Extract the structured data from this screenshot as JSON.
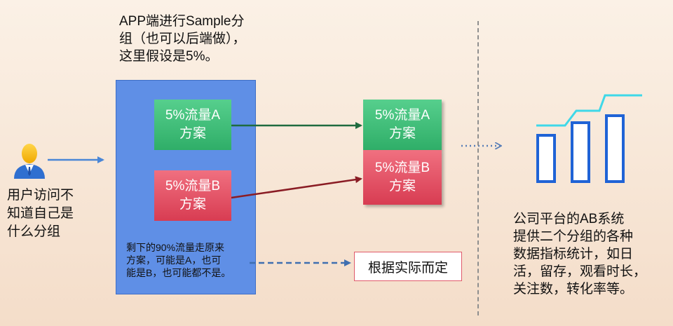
{
  "top_note": {
    "line1": "APP端进行Sample分",
    "line2": "组（也可以后端做），",
    "line3": "这里假设是5%。"
  },
  "user": {
    "icon": "user-icon",
    "caption_line1": "用户访问不",
    "caption_line2": "知道自己是",
    "caption_line3": "什么分组"
  },
  "app_groups": {
    "a_line1": "5%流量A",
    "a_line2": "方案",
    "b_line1": "5%流量B",
    "b_line2": "方案"
  },
  "remaining": {
    "line1": "剩下的90%流量走原来",
    "line2": "方案，可能是A，也可",
    "line3": "能是B，也可能都不是。"
  },
  "results": {
    "a_line1": "5%流量A",
    "a_line2": "方案",
    "b_line1": "5%流量B",
    "b_line2": "方案"
  },
  "actual_label": "根据实际而定",
  "platform": {
    "icon": "bar-chart-icon",
    "line1": "公司平台的AB系统",
    "line2": "提供二个分组的各种",
    "line3": "数据指标统计，如日",
    "line4": "活，留存，观看时长，",
    "line5": "关注数，转化率等。"
  },
  "colors": {
    "app_box": "#5f8fe6",
    "group_a": "#3cbf77",
    "group_b": "#e4505f",
    "arrow_a": "#1f6b3f",
    "arrow_b": "#8a1c24",
    "arrow_user": "#4a86d6",
    "chart_bars": "#1f63d6",
    "chart_line": "#3fd8e8"
  }
}
